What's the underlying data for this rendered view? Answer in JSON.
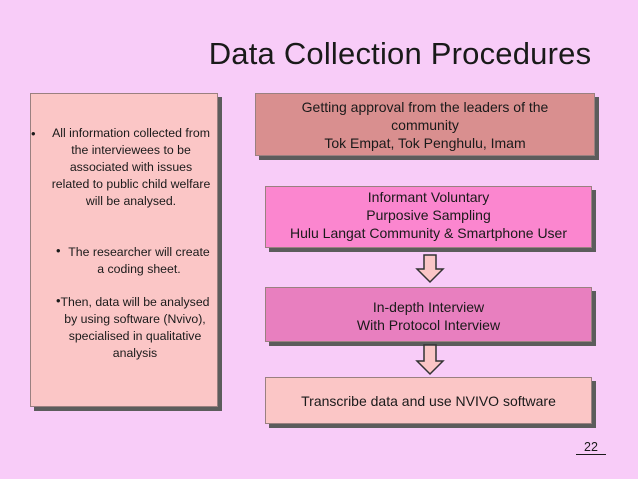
{
  "title": "Data Collection Procedures",
  "side_notes": [
    {
      "bullet": "•",
      "text": "All  information collected from the interviewees to be associated with issues related to public child welfare will be analysed."
    },
    {
      "bullet": "•",
      "text": "The researcher will create a coding sheet."
    },
    {
      "bullet": "•",
      "text": "Then, data will be analysed by using software (Nvivo), specialised in qualitative analysis"
    }
  ],
  "steps": [
    {
      "lines": [
        "Getting approval from the leaders of the",
        "community",
        "Tok Empat, Tok Penghulu, Imam"
      ],
      "color": "#d98f8f"
    },
    {
      "lines": [
        "Informant Voluntary",
        "Purposive Sampling",
        "Hulu Langat Community & Smartphone User"
      ],
      "color": "#fb86cf"
    },
    {
      "lines": [
        "In-depth Interview",
        "With Protocol Interview"
      ],
      "color": "#e87fbf"
    },
    {
      "lines": [
        "Transcribe data and use NVIVO software"
      ],
      "color": "#fbc6c6"
    }
  ],
  "page_number": "22",
  "colors": {
    "background": "#f8ccf8",
    "arrow_fill": "#fbc6c6",
    "arrow_stroke": "#333333"
  }
}
